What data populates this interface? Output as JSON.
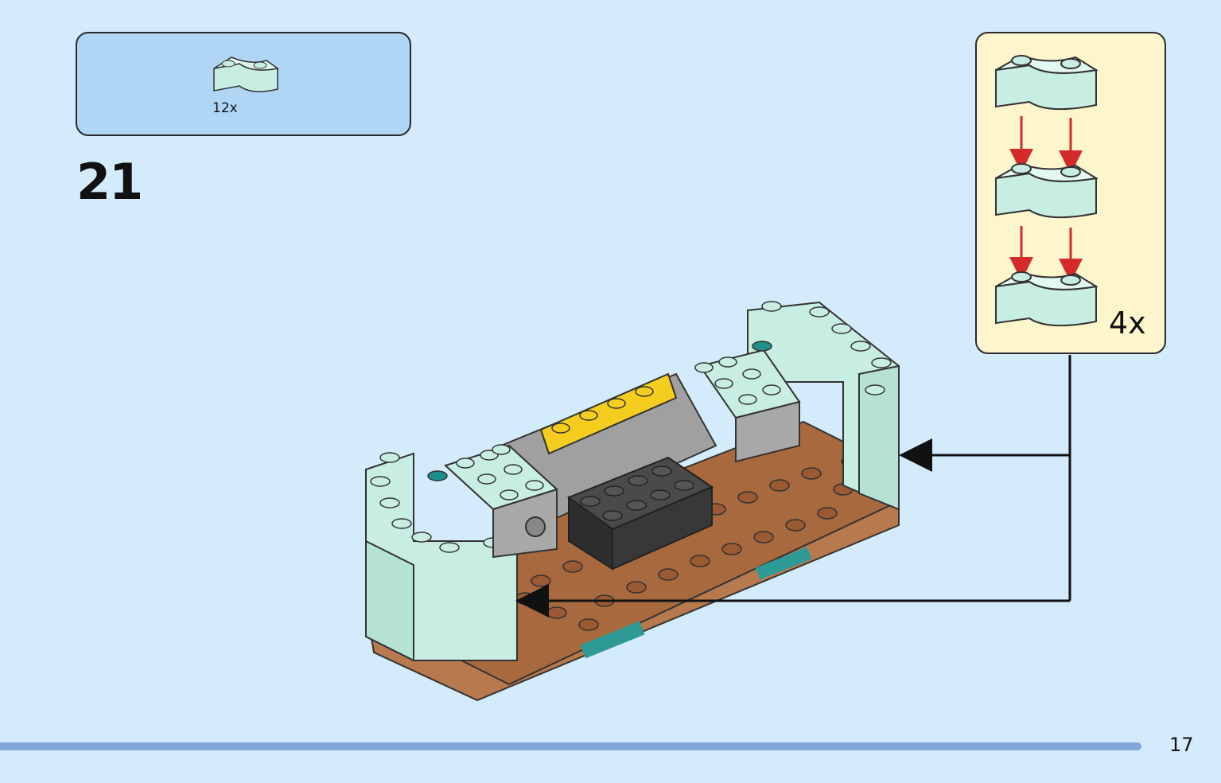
{
  "parts_list": {
    "quantity": "12x",
    "part_icon": "mint-curved-brick-icon"
  },
  "step": {
    "number": "21"
  },
  "sub_assembly": {
    "quantity": "4x",
    "stack_icon": "stacked-curved-bricks-icon"
  },
  "colors": {
    "background": "#d4ebfb",
    "parts_box": "#b0d6f5",
    "sub_box": "#fdf5cc",
    "mint": "#c8ede3",
    "brown": "#b8794e",
    "yellow": "#f5cd1e",
    "dark_gray": "#3a3a3a",
    "arrow_red": "#d42a2a",
    "footer_bar": "#80a6dc"
  },
  "page": {
    "number": "17"
  }
}
